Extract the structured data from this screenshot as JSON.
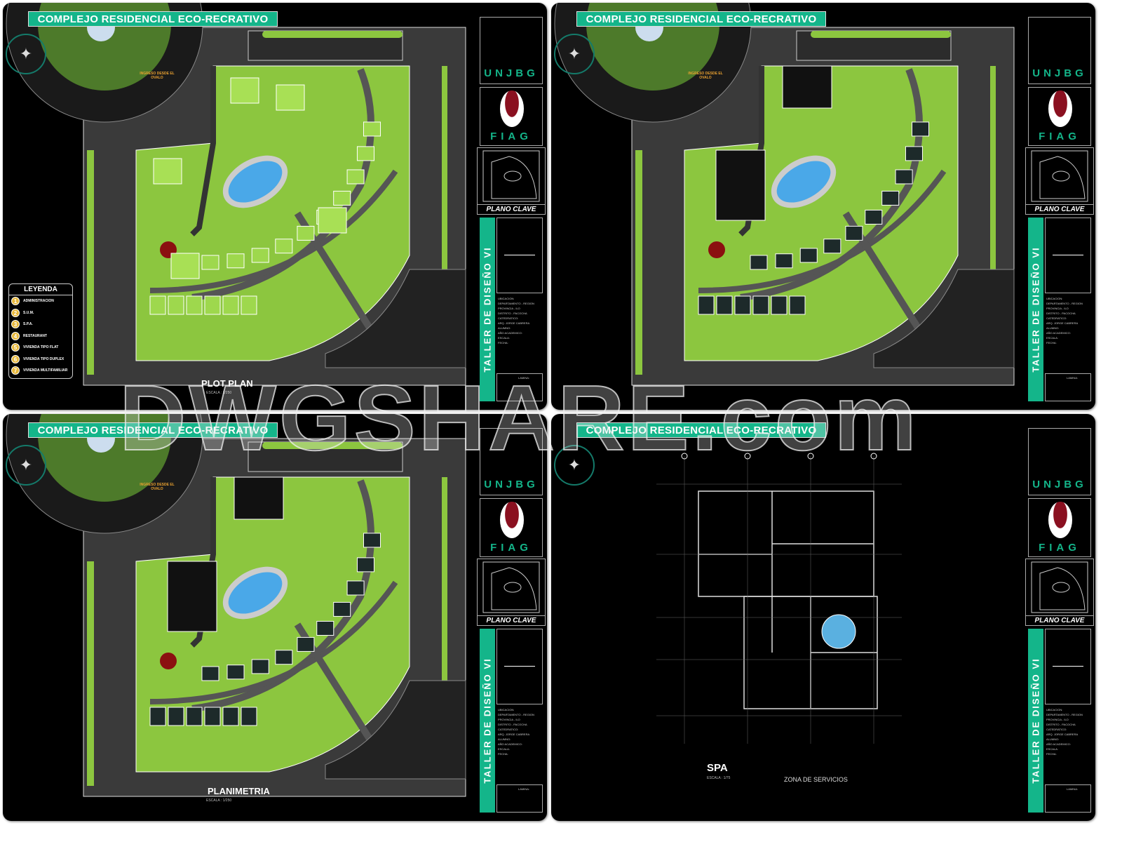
{
  "project_title": "COMPLEJO RESIDENCIAL ECO-RECRATIVO",
  "title_block": {
    "university": "UNJBG",
    "faculty": "FIAG",
    "key_plan_label": "PLANO CLAVE",
    "course": "TALLER DE DISEÑO VI",
    "info_lines": [
      "UBICACION:",
      "DEPARTAMENTO - REGION",
      "PROVINCIA - ILO",
      "DISTRITO - PACOCHA",
      "CATEDRATICO:",
      "ARQ. JORGE CABRERA",
      "ALUMNO:",
      "AÑO ACADEMICO:",
      "ESCALA:",
      "FECHA:"
    ],
    "lamina_label": "LAMINA:"
  },
  "site_label": "INGRESO DESDE EL OVALO",
  "panels": [
    {
      "plan_title": "PLOT PLAN",
      "scale": "ESCALA : 1/250"
    },
    {
      "plan_title": "",
      "scale": ""
    },
    {
      "plan_title": "PLANIMETRIA",
      "scale": "ESCALA : 1/250"
    },
    {
      "plan_title": "SPA",
      "scale": "ESCALA : 1/75",
      "subtitle": "ZONA DE SERVICIOS"
    }
  ],
  "legend": {
    "title": "LEYENDA",
    "items": [
      {
        "num": "1",
        "label": "ADMINISTRACION"
      },
      {
        "num": "2",
        "label": "S.U.M."
      },
      {
        "num": "3",
        "label": "S.P.A."
      },
      {
        "num": "4",
        "label": "RESTAURANT"
      },
      {
        "num": "5",
        "label": "VIVIENDA TIPO FLAT"
      },
      {
        "num": "6",
        "label": "VIVIENDA TIPO DUPLEX"
      },
      {
        "num": "7",
        "label": "VIVIENDA MULTIFAMILIAR"
      }
    ]
  },
  "watermark": "DWGSHARE.com",
  "colors": {
    "accent": "#14b58a",
    "grass": "#8cc63f",
    "road": "#3a3a3a",
    "pool": "#4aa8e8",
    "background": "#000000"
  }
}
